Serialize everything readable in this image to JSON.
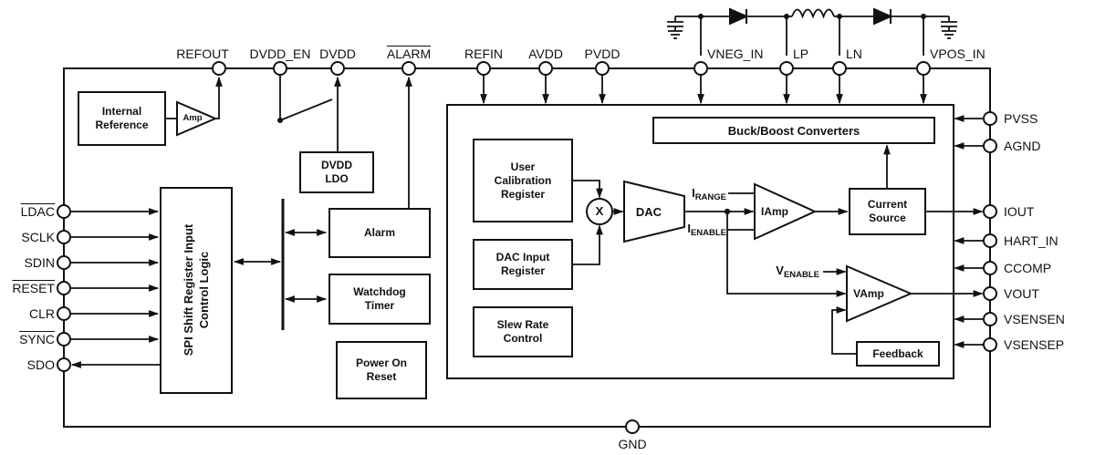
{
  "pins": {
    "top": [
      {
        "label": "REFOUT",
        "overline": false
      },
      {
        "label": "DVDD_EN",
        "overline": false
      },
      {
        "label": "DVDD",
        "overline": false
      },
      {
        "label": "ALARM",
        "overline": true
      },
      {
        "label": "REFIN",
        "overline": false
      },
      {
        "label": "AVDD",
        "overline": false
      },
      {
        "label": "PVDD",
        "overline": false
      },
      {
        "label": "VNEG_IN",
        "overline": false
      },
      {
        "label": "LP",
        "overline": false
      },
      {
        "label": "LN",
        "overline": false
      },
      {
        "label": "VPOS_IN",
        "overline": false
      }
    ],
    "left": [
      {
        "label": "LDAC",
        "overline": true
      },
      {
        "label": "SCLK",
        "overline": false
      },
      {
        "label": "SDIN",
        "overline": false
      },
      {
        "label": "RESET",
        "overline": true
      },
      {
        "label": "CLR",
        "overline": false
      },
      {
        "label": "SYNC",
        "overline": true
      },
      {
        "label": "SDO",
        "overline": false
      }
    ],
    "right": [
      {
        "label": "PVSS"
      },
      {
        "label": "AGND"
      },
      {
        "label": "IOUT"
      },
      {
        "label": "HART_IN"
      },
      {
        "label": "CCOMP"
      },
      {
        "label": "VOUT"
      },
      {
        "label": "VSENSEN"
      },
      {
        "label": "VSENSEP"
      }
    ],
    "bottom": [
      {
        "label": "GND"
      }
    ]
  },
  "blocks": {
    "internal_reference": {
      "lines": [
        "Internal",
        "Reference"
      ]
    },
    "amp": {
      "label": "Amp"
    },
    "dvdd_ldo": {
      "lines": [
        "DVDD",
        "LDO"
      ]
    },
    "spi_logic": {
      "lines": [
        "SPI Shift Register Input",
        "Control Logic"
      ]
    },
    "alarm": {
      "label": "Alarm"
    },
    "watchdog": {
      "lines": [
        "Watchdog",
        "Timer"
      ]
    },
    "power_on_reset": {
      "lines": [
        "Power On",
        "Reset"
      ]
    },
    "buck_boost": {
      "label": "Buck/Boost Converters"
    },
    "user_calibration": {
      "lines": [
        "User",
        "Calibration",
        "Register"
      ]
    },
    "dac_input": {
      "lines": [
        "DAC Input",
        "Register"
      ]
    },
    "slew_rate": {
      "lines": [
        "Slew Rate",
        "Control"
      ]
    },
    "multiplier": {
      "label": "X"
    },
    "dac": {
      "label": "DAC"
    },
    "iamp": {
      "label": "IAmp"
    },
    "vamp": {
      "label": "VAmp"
    },
    "current_source": {
      "lines": [
        "Current",
        "Source"
      ]
    },
    "feedback": {
      "label": "Feedback"
    }
  },
  "signals": {
    "i_range": {
      "base": "I",
      "sub": "RANGE"
    },
    "i_enable": {
      "base": "I",
      "sub": "ENABLE"
    },
    "v_enable": {
      "base": "V",
      "sub": "ENABLE"
    }
  },
  "colors": {
    "line": "#111111",
    "background": "#ffffff"
  }
}
